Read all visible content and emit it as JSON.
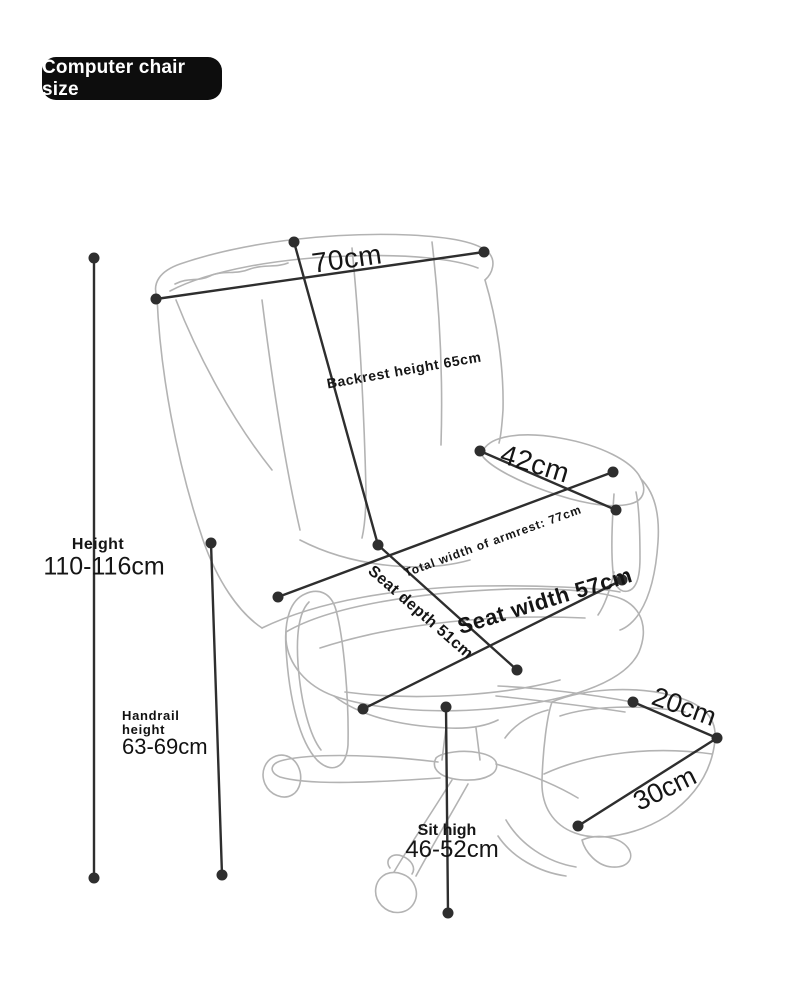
{
  "badge": {
    "label": "Computer chair size"
  },
  "colors": {
    "background": "#ffffff",
    "badge_bg": "#0d0d0d",
    "badge_text": "#ffffff",
    "dimension_line": "#2e2e2e",
    "artwork_line": "#b3b3b3",
    "label_text": "#151515"
  },
  "labels": {
    "top_width": "70cm",
    "backrest_height": "Backrest height 65cm",
    "armrest_length": "42cm",
    "armrest_total_width": "Total width of armrest: 77cm",
    "seat_depth": "Seat depth 51cm",
    "seat_width": "Seat width 57cm",
    "height_title": "Height",
    "height_value": "110-116cm",
    "handrail_title_line1": "Handrail",
    "handrail_title_line2": "height",
    "handrail_value": "63-69cm",
    "sit_high_title": "Sit high",
    "sit_high_value": "46-52cm",
    "footrest_depth": "20cm",
    "footrest_width": "30cm"
  }
}
